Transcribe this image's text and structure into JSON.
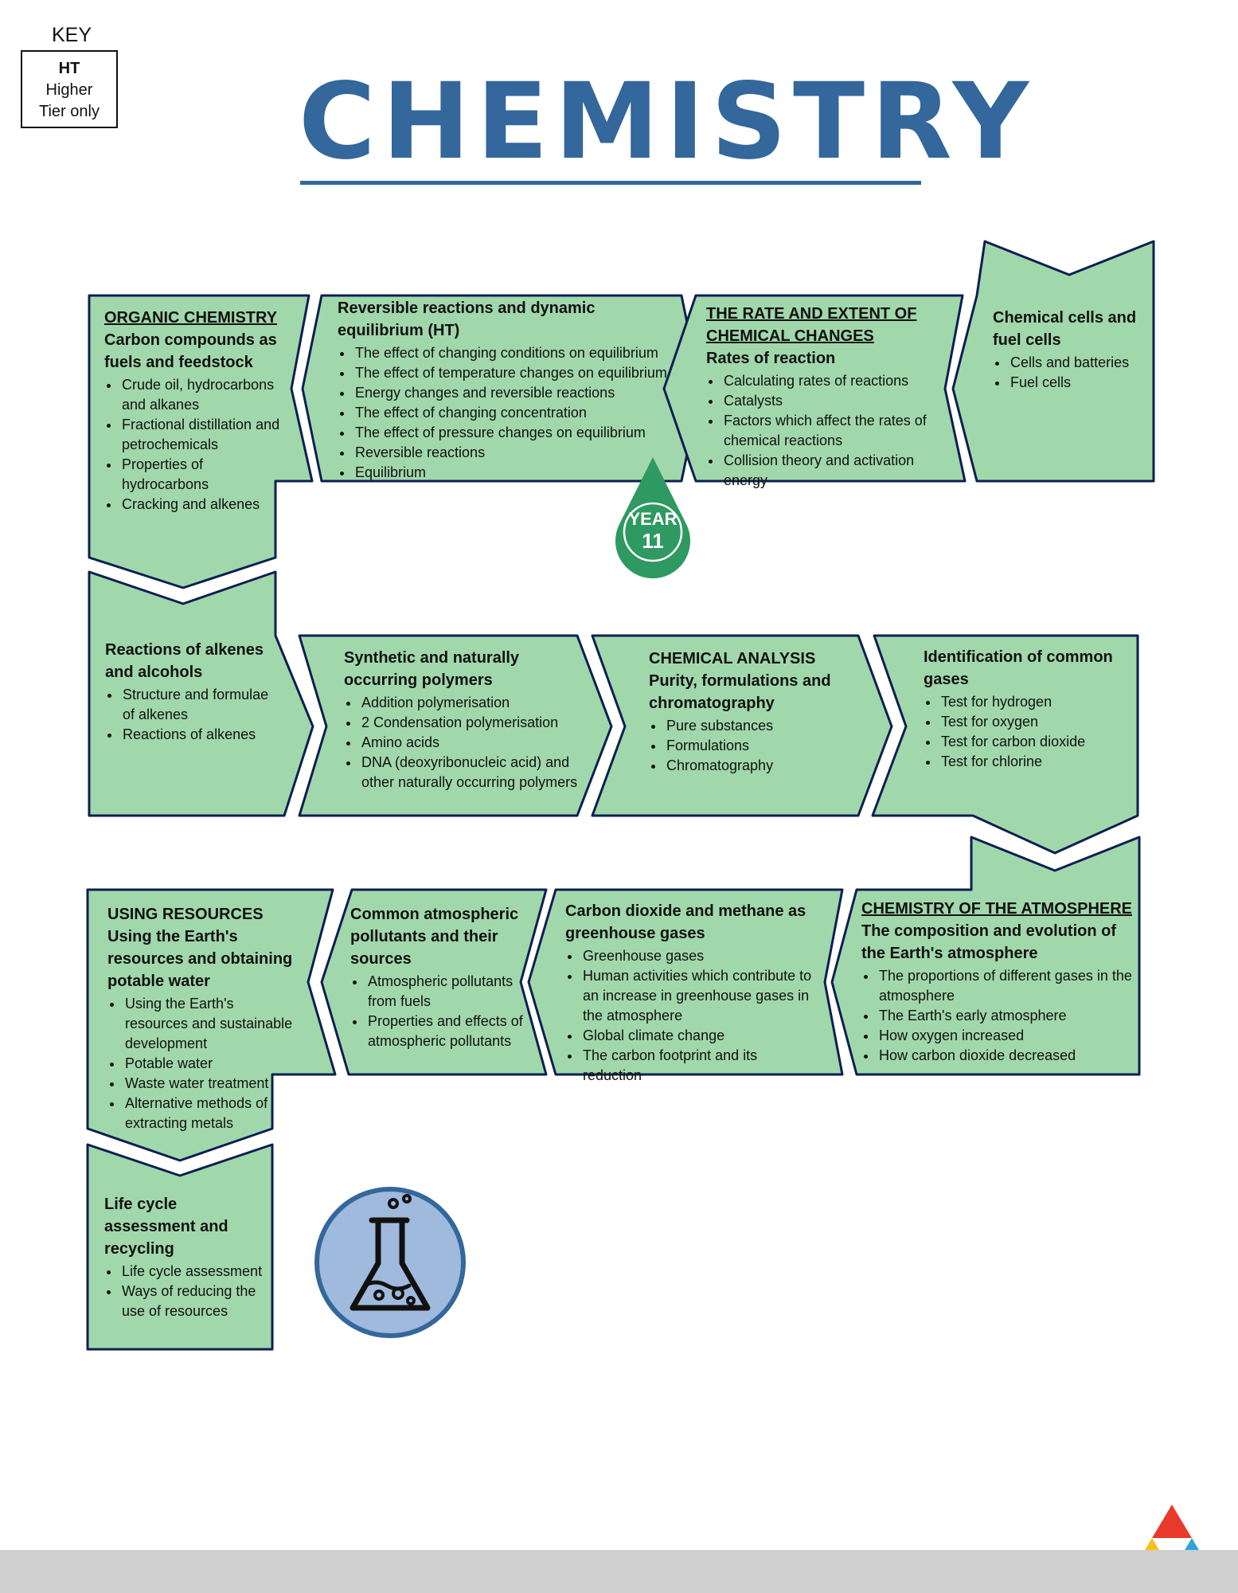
{
  "key": {
    "label": "KEY",
    "code": "HT",
    "line1": "Higher",
    "line2": "Tier only"
  },
  "title": "CHEMISTRY",
  "year": {
    "label": "YEAR",
    "number": "11"
  },
  "colors": {
    "card_fill": "#a1d8ab",
    "card_stroke": "#0d1f52",
    "title": "#34679b",
    "badge": "#2f9962",
    "flask_circle": "#9fbadd",
    "logo_red": "#e83a2a",
    "logo_yellow": "#f6c113",
    "logo_blue": "#2da6d9"
  },
  "cards": {
    "organic": {
      "heading_u": "ORGANIC CHEMISTRY",
      "heading_b": "Carbon compounds as fuels and feedstock",
      "items": [
        "Crude oil, hydrocarbons and alkanes",
        "Fractional distillation and petrochemicals",
        "Properties of hydrocarbons",
        "Cracking and alkenes"
      ]
    },
    "reversible": {
      "heading_b": "Reversible reactions and dynamic equilibrium (HT)",
      "items": [
        "The effect of changing conditions on equilibrium",
        "The effect of temperature changes on equilibrium",
        "Energy changes and reversible reactions",
        "The effect of changing concentration",
        "The effect of pressure changes on equilibrium",
        "Reversible reactions",
        "Equilibrium"
      ]
    },
    "rate": {
      "heading_u": "THE RATE AND EXTENT OF CHEMICAL CHANGES",
      "heading_b": "Rates of reaction",
      "items": [
        "Calculating rates of reactions",
        "Catalysts",
        "Factors which affect the rates of chemical reactions",
        "Collision theory and activation energy"
      ]
    },
    "cells": {
      "heading_b": "Chemical cells and fuel cells",
      "items": [
        "Cells and batteries",
        "Fuel cells"
      ]
    },
    "alkenes": {
      "heading_b": "Reactions of alkenes and alcohols",
      "items": [
        "Structure and formulae of alkenes",
        "Reactions of alkenes"
      ]
    },
    "polymers": {
      "heading_b": "Synthetic and naturally occurring polymers",
      "items": [
        "Addition polymerisation",
        "2 Condensation polymerisation",
        "Amino acids",
        "DNA (deoxyribonucleic acid) and other naturally occurring polymers"
      ]
    },
    "analysis": {
      "heading_b1": "CHEMICAL ANALYSIS",
      "heading_b2": "Purity, formulations and chromatography",
      "items": [
        "Pure substances",
        "Formulations",
        "Chromatography"
      ]
    },
    "gases": {
      "heading_b": "Identification of common gases",
      "items": [
        "Test for hydrogen",
        "Test for oxygen",
        "Test for carbon dioxide",
        "Test for chlorine"
      ]
    },
    "atmosphere": {
      "heading_u": "CHEMISTRY OF THE ATMOSPHERE",
      "heading_b": "The composition and evolution of the Earth's atmosphere",
      "items": [
        "The proportions of different gases in the atmosphere",
        "The Earth's early atmosphere",
        "How oxygen increased",
        "How carbon dioxide decreased"
      ]
    },
    "greenhouse": {
      "heading_b": "Carbon dioxide and methane as greenhouse gases",
      "items": [
        "Greenhouse gases",
        "Human activities which contribute to an increase in greenhouse gases in the atmosphere",
        "Global climate change",
        "The carbon footprint and its reduction"
      ]
    },
    "pollutants": {
      "heading_b": "Common atmospheric pollutants and their sources",
      "items": [
        "Atmospheric pollutants from fuels",
        "Properties and effects of atmospheric pollutants"
      ]
    },
    "resources": {
      "heading_b1": "USING RESOURCES",
      "heading_b2": "Using the Earth's resources and obtaining potable water",
      "items": [
        "Using the Earth's resources and sustainable development",
        "Potable water",
        "Waste water treatment",
        "Alternative methods of extracting metals"
      ]
    },
    "lifecycle": {
      "heading_b": "Life cycle assessment and recycling",
      "items": [
        "Life cycle assessment",
        "Ways of reducing the use of resources"
      ]
    }
  },
  "icons": {
    "flask": "flask-icon",
    "logo": "triangle-logo-icon",
    "badge": "year-drop-icon"
  }
}
